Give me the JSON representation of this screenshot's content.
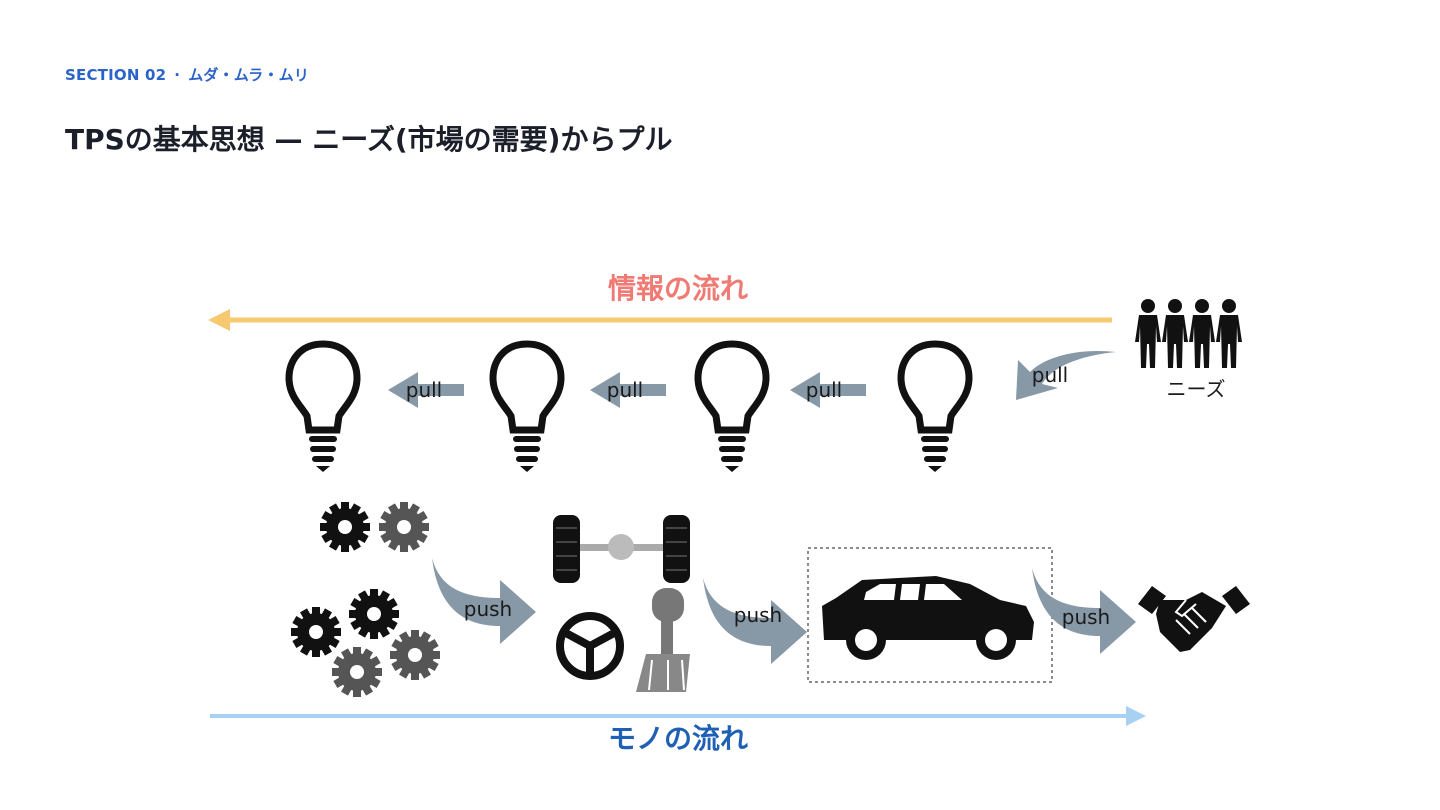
{
  "header": {
    "section": "SECTION 02",
    "separator": "·",
    "topic": "ムダ・ムラ・ムリ",
    "title": "TPSの基本思想 — ニーズ(市場の需要)からプル"
  },
  "diagram": {
    "info_flow_label": "情報の流れ",
    "goods_flow_label": "モノの流れ",
    "needs_label": "ニーズ",
    "pull_labels": [
      "pull",
      "pull",
      "pull",
      "pull"
    ],
    "push_labels": [
      "push",
      "push",
      "push"
    ],
    "colors": {
      "info_arrow": "#f6c971",
      "info_text": "#ef7b74",
      "goods_arrow": "#a8d0f0",
      "goods_text": "#1f5fb4",
      "flow_arrows": "#8798a6",
      "icons": "#111111"
    }
  }
}
